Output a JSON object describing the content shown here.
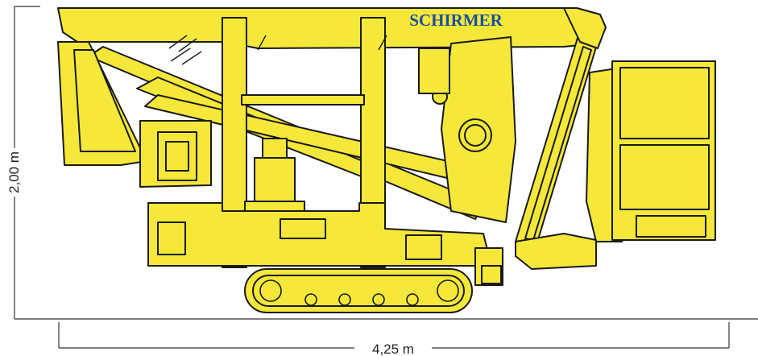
{
  "brand": {
    "text": "SCHIRMER",
    "color": "#1a4f9c"
  },
  "dimensions": {
    "height_label": "2,00 m",
    "length_label": "4,25 m"
  },
  "colors": {
    "body": "#f5e83a",
    "outline": "#1a1a1a",
    "dim_line": "#333333"
  }
}
